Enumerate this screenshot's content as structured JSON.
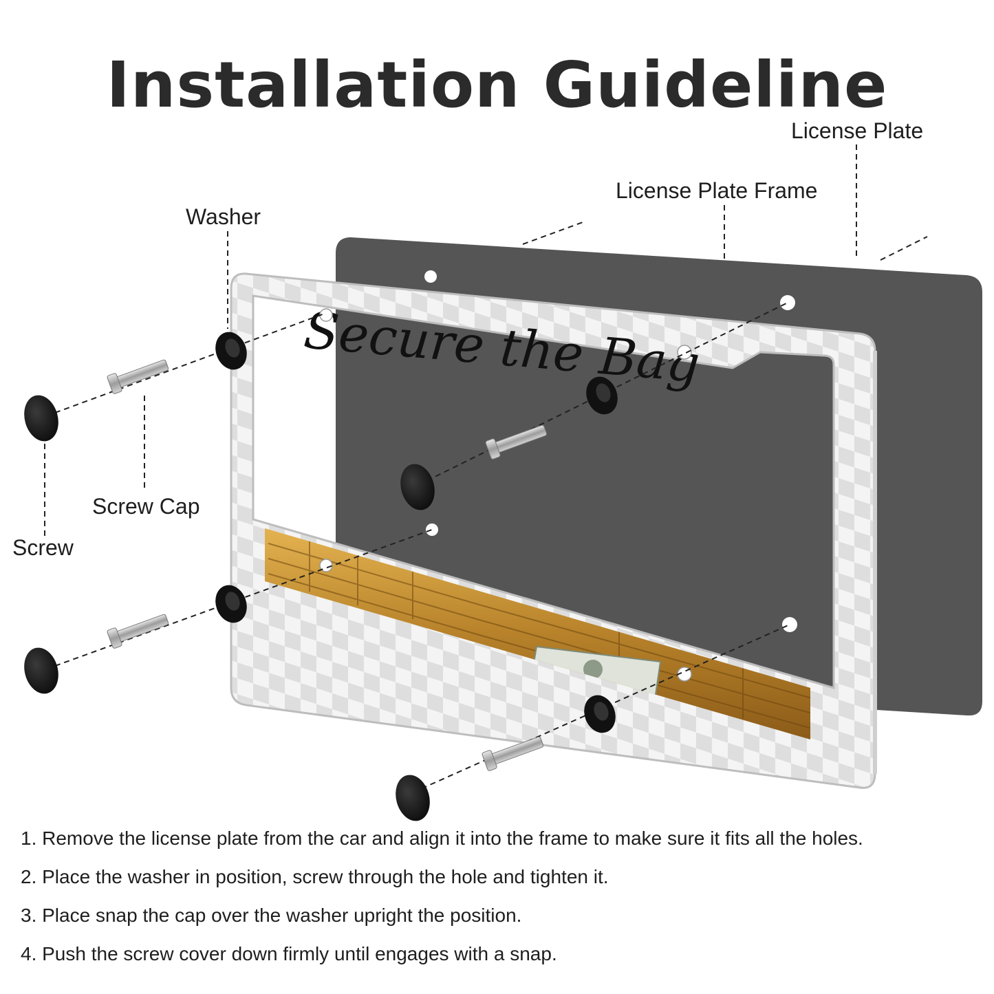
{
  "title": "Installation Guideline",
  "labels": {
    "license_plate": "License Plate",
    "license_plate_frame": "License Plate Frame",
    "washer": "Washer",
    "screw_cap": "Screw Cap",
    "screw": "Screw"
  },
  "frame_print_text": "Secure the Bag",
  "steps": [
    "1. Remove the license plate from the car and align it into the frame to make sure it fits all the holes.",
    "2. Place the washer in position, screw through the hole and tighten it.",
    "3. Place snap the cap over the washer upright the position.",
    "4. Push the screw cover down firmly until engages with a snap."
  ],
  "colors": {
    "plate": "#555555",
    "frame": "#ffffff",
    "frame_check": "#dcdcdc",
    "coins": "#c8902e",
    "hardware_black": "#151515",
    "screw_metal": "#b8b8b8",
    "text": "#1e1e1e"
  }
}
